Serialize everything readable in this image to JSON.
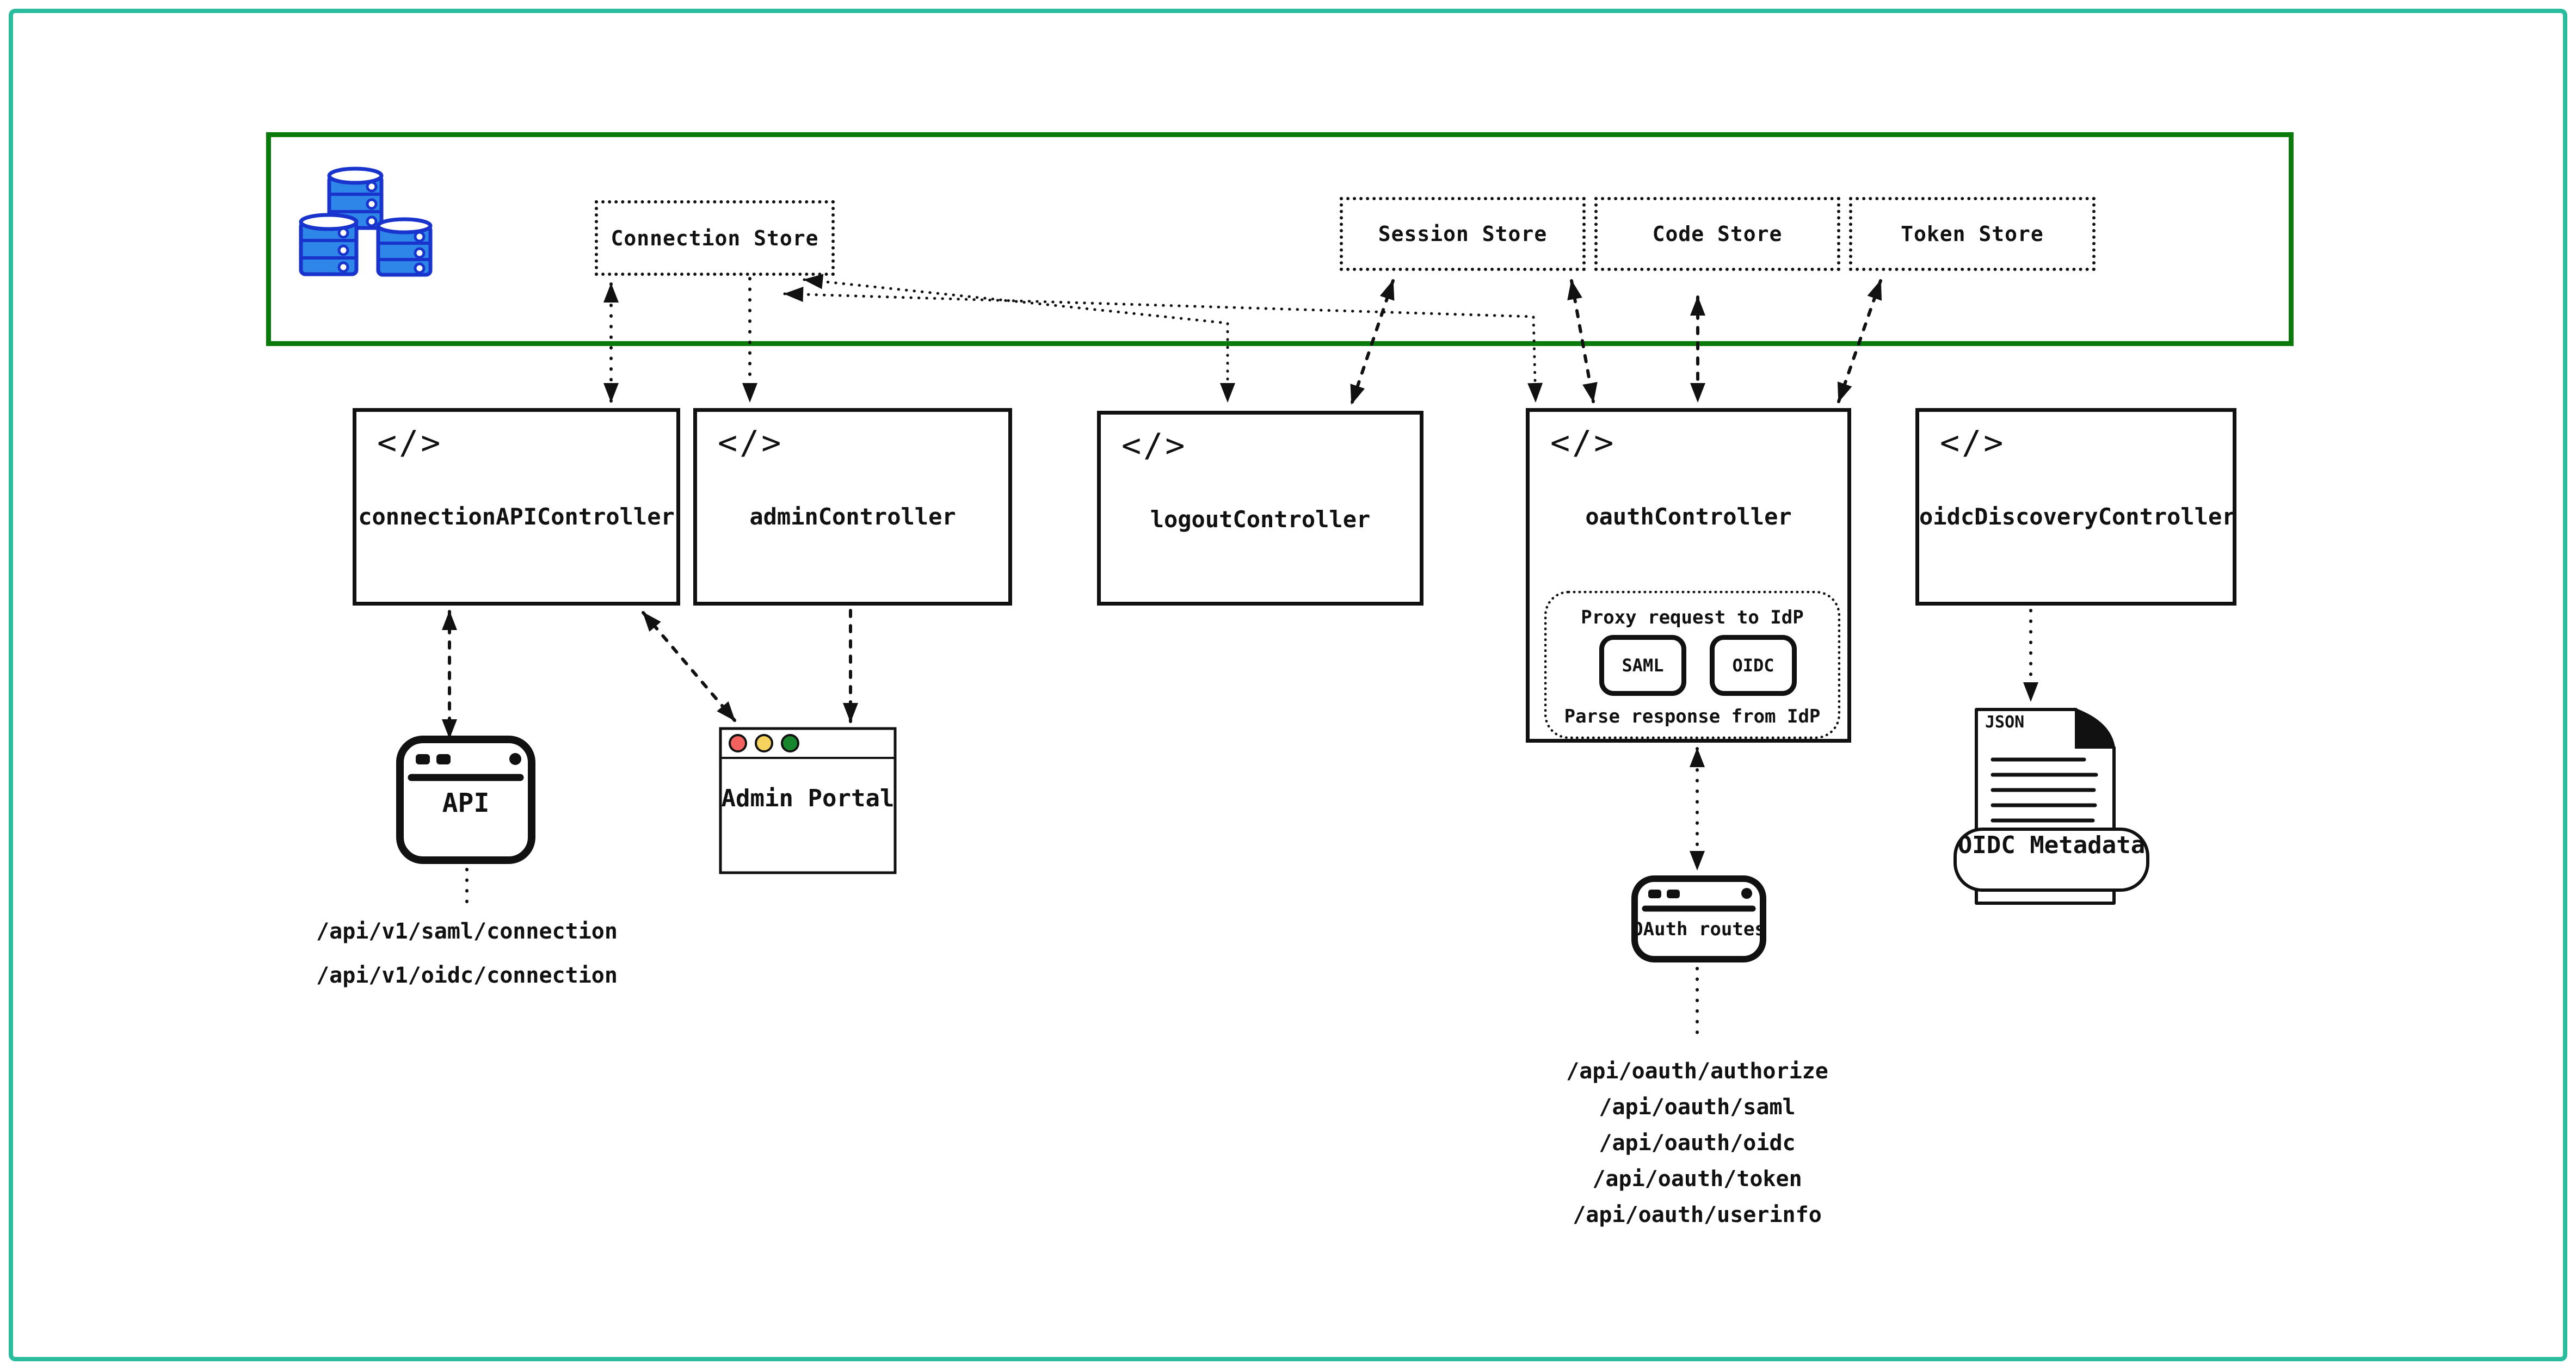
{
  "theme": {
    "outer_border": "#29bd9e",
    "zone_border": "#0a7a0a",
    "db_fill": "#2e86e8",
    "db_stroke": "#1834cc",
    "traffic_red": "#f4625f",
    "traffic_yellow": "#f6d35e",
    "traffic_green": "#17862c"
  },
  "diagram": {
    "code_icon_glyph": "</>",
    "stores": [
      {
        "label": "Connection Store"
      },
      {
        "label": "Session Store"
      },
      {
        "label": "Code Store"
      },
      {
        "label": "Token Store"
      }
    ],
    "controllers": [
      {
        "label": "connectionAPIController"
      },
      {
        "label": "adminController"
      },
      {
        "label": "logoutController"
      },
      {
        "label": "oauthController"
      },
      {
        "label": "oidcDiscoveryController"
      }
    ],
    "oauth_internals": {
      "title": "Proxy request to IdP",
      "saml": "SAML",
      "oidc": "OIDC",
      "footer": "Parse response from IdP"
    },
    "api_window": {
      "label": "API",
      "endpoints": [
        "/api/v1/saml/connection",
        "/api/v1/oidc/connection"
      ]
    },
    "admin_portal": {
      "label": "Admin Portal"
    },
    "oauth_routes": {
      "label": "OAuth routes",
      "endpoints": [
        "/api/oauth/authorize",
        "/api/oauth/saml",
        "/api/oauth/oidc",
        "/api/oauth/token",
        "/api/oauth/userinfo"
      ]
    },
    "oidc_metadata": {
      "file_type": "JSON",
      "label": "OIDC Metadata"
    }
  }
}
